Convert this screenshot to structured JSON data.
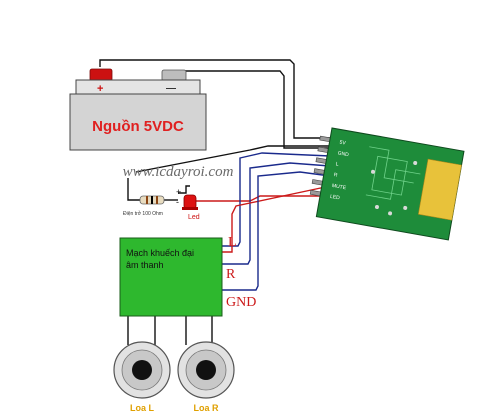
{
  "battery": {
    "label": "Nguồn 5VDC",
    "plus": "+",
    "minus": "—"
  },
  "watermark": "www.icdayroi.com",
  "resistor_label": "Điện trở 100 Ohm",
  "led": {
    "label": "Led",
    "plus": "+",
    "minus": "-"
  },
  "amplifier": {
    "label_line1": "Mạch khuếch đại",
    "label_line2": "âm thanh"
  },
  "signals": {
    "left": "L",
    "right": "R",
    "ground": "GND"
  },
  "module_pins": [
    "5V",
    "GND",
    "L",
    "R",
    "MUTE",
    "LED"
  ],
  "speakers": {
    "left": "Loa L",
    "right": "Loa R"
  },
  "colors": {
    "battery_red": "#cc1111",
    "battery_body": "#d4d4d4",
    "amp_green": "#2eb82e",
    "pcb_green": "#1e8c3a",
    "wire_blue": "#1a2a8c",
    "wire_red": "#cc1a1a",
    "label_red": "#e02020",
    "speaker_label": "#e0a000"
  }
}
